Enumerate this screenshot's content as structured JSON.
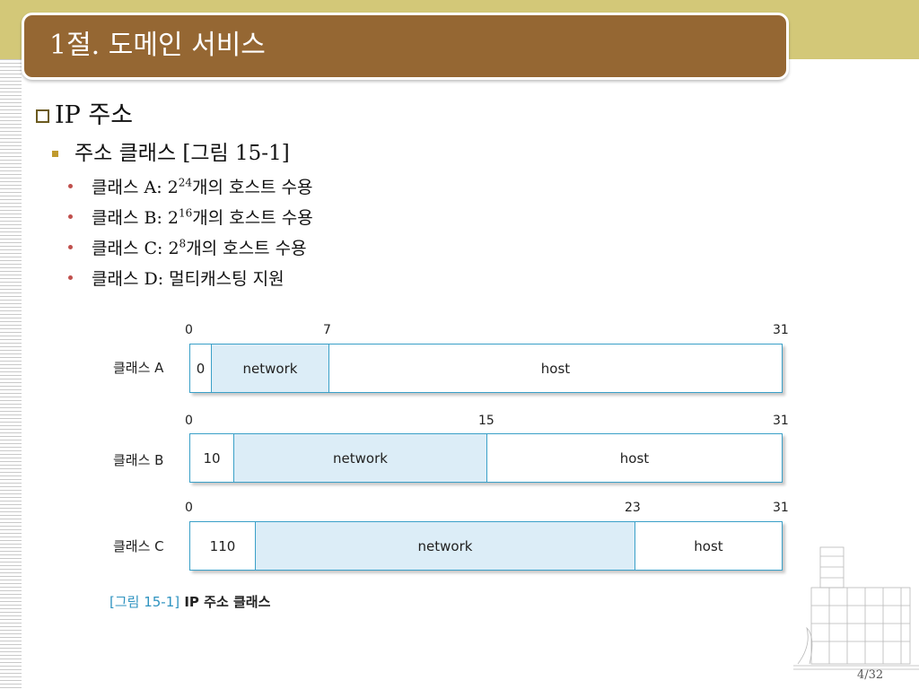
{
  "slide": {
    "title": "1절. 도메인 서비스",
    "heading": "IP 주소",
    "sub_heading": "주소 클래스 [그림 15-1]",
    "bullets": [
      {
        "pre": "클래스 A: 2",
        "sup": "24",
        "post": "개의 호스트 수용"
      },
      {
        "pre": "클래스 B: 2",
        "sup": "16",
        "post": "개의 호스트 수용"
      },
      {
        "pre": "클래스 C: 2",
        "sup": "8",
        "post": "개의 호스트 수용"
      },
      {
        "pre": "클래스 D: 멀티캐스팅 지원",
        "sup": "",
        "post": ""
      }
    ],
    "page_number": "4/32"
  },
  "figure": {
    "caption_ref": "[그림 15-1]",
    "caption_text": " IP 주소 클래스",
    "classes": [
      {
        "label": "클래스 A",
        "bit_marks": [
          "0",
          "7",
          "31"
        ],
        "prefix": "0",
        "network": "network",
        "host": "host"
      },
      {
        "label": "클래스 B",
        "bit_marks": [
          "0",
          "15",
          "31"
        ],
        "prefix": "10",
        "network": "network",
        "host": "host"
      },
      {
        "label": "클래스 C",
        "bit_marks": [
          "0",
          "23",
          "31"
        ],
        "prefix": "110",
        "network": "network",
        "host": "host"
      }
    ]
  },
  "colors": {
    "title_bar": "#956733",
    "top_band": "#d3c878",
    "network_fill": "#dcedf7",
    "box_border": "#3aa0c8",
    "caption_ref": "#2f93c0"
  }
}
